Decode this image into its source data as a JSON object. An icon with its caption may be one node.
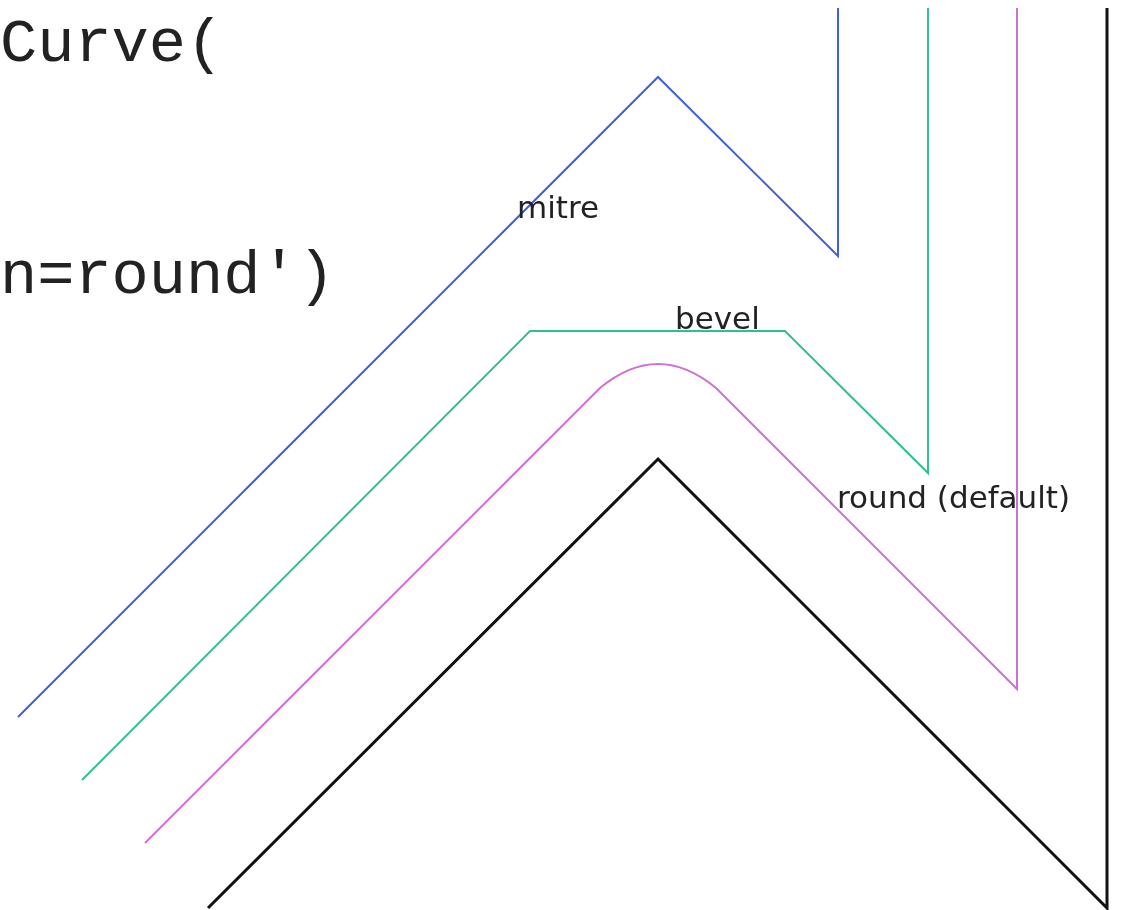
{
  "diagram": {
    "labels": [
      "Curve(",
      "n=round')",
      "mitre",
      "bevel",
      "round (default)"
    ]
  }
}
